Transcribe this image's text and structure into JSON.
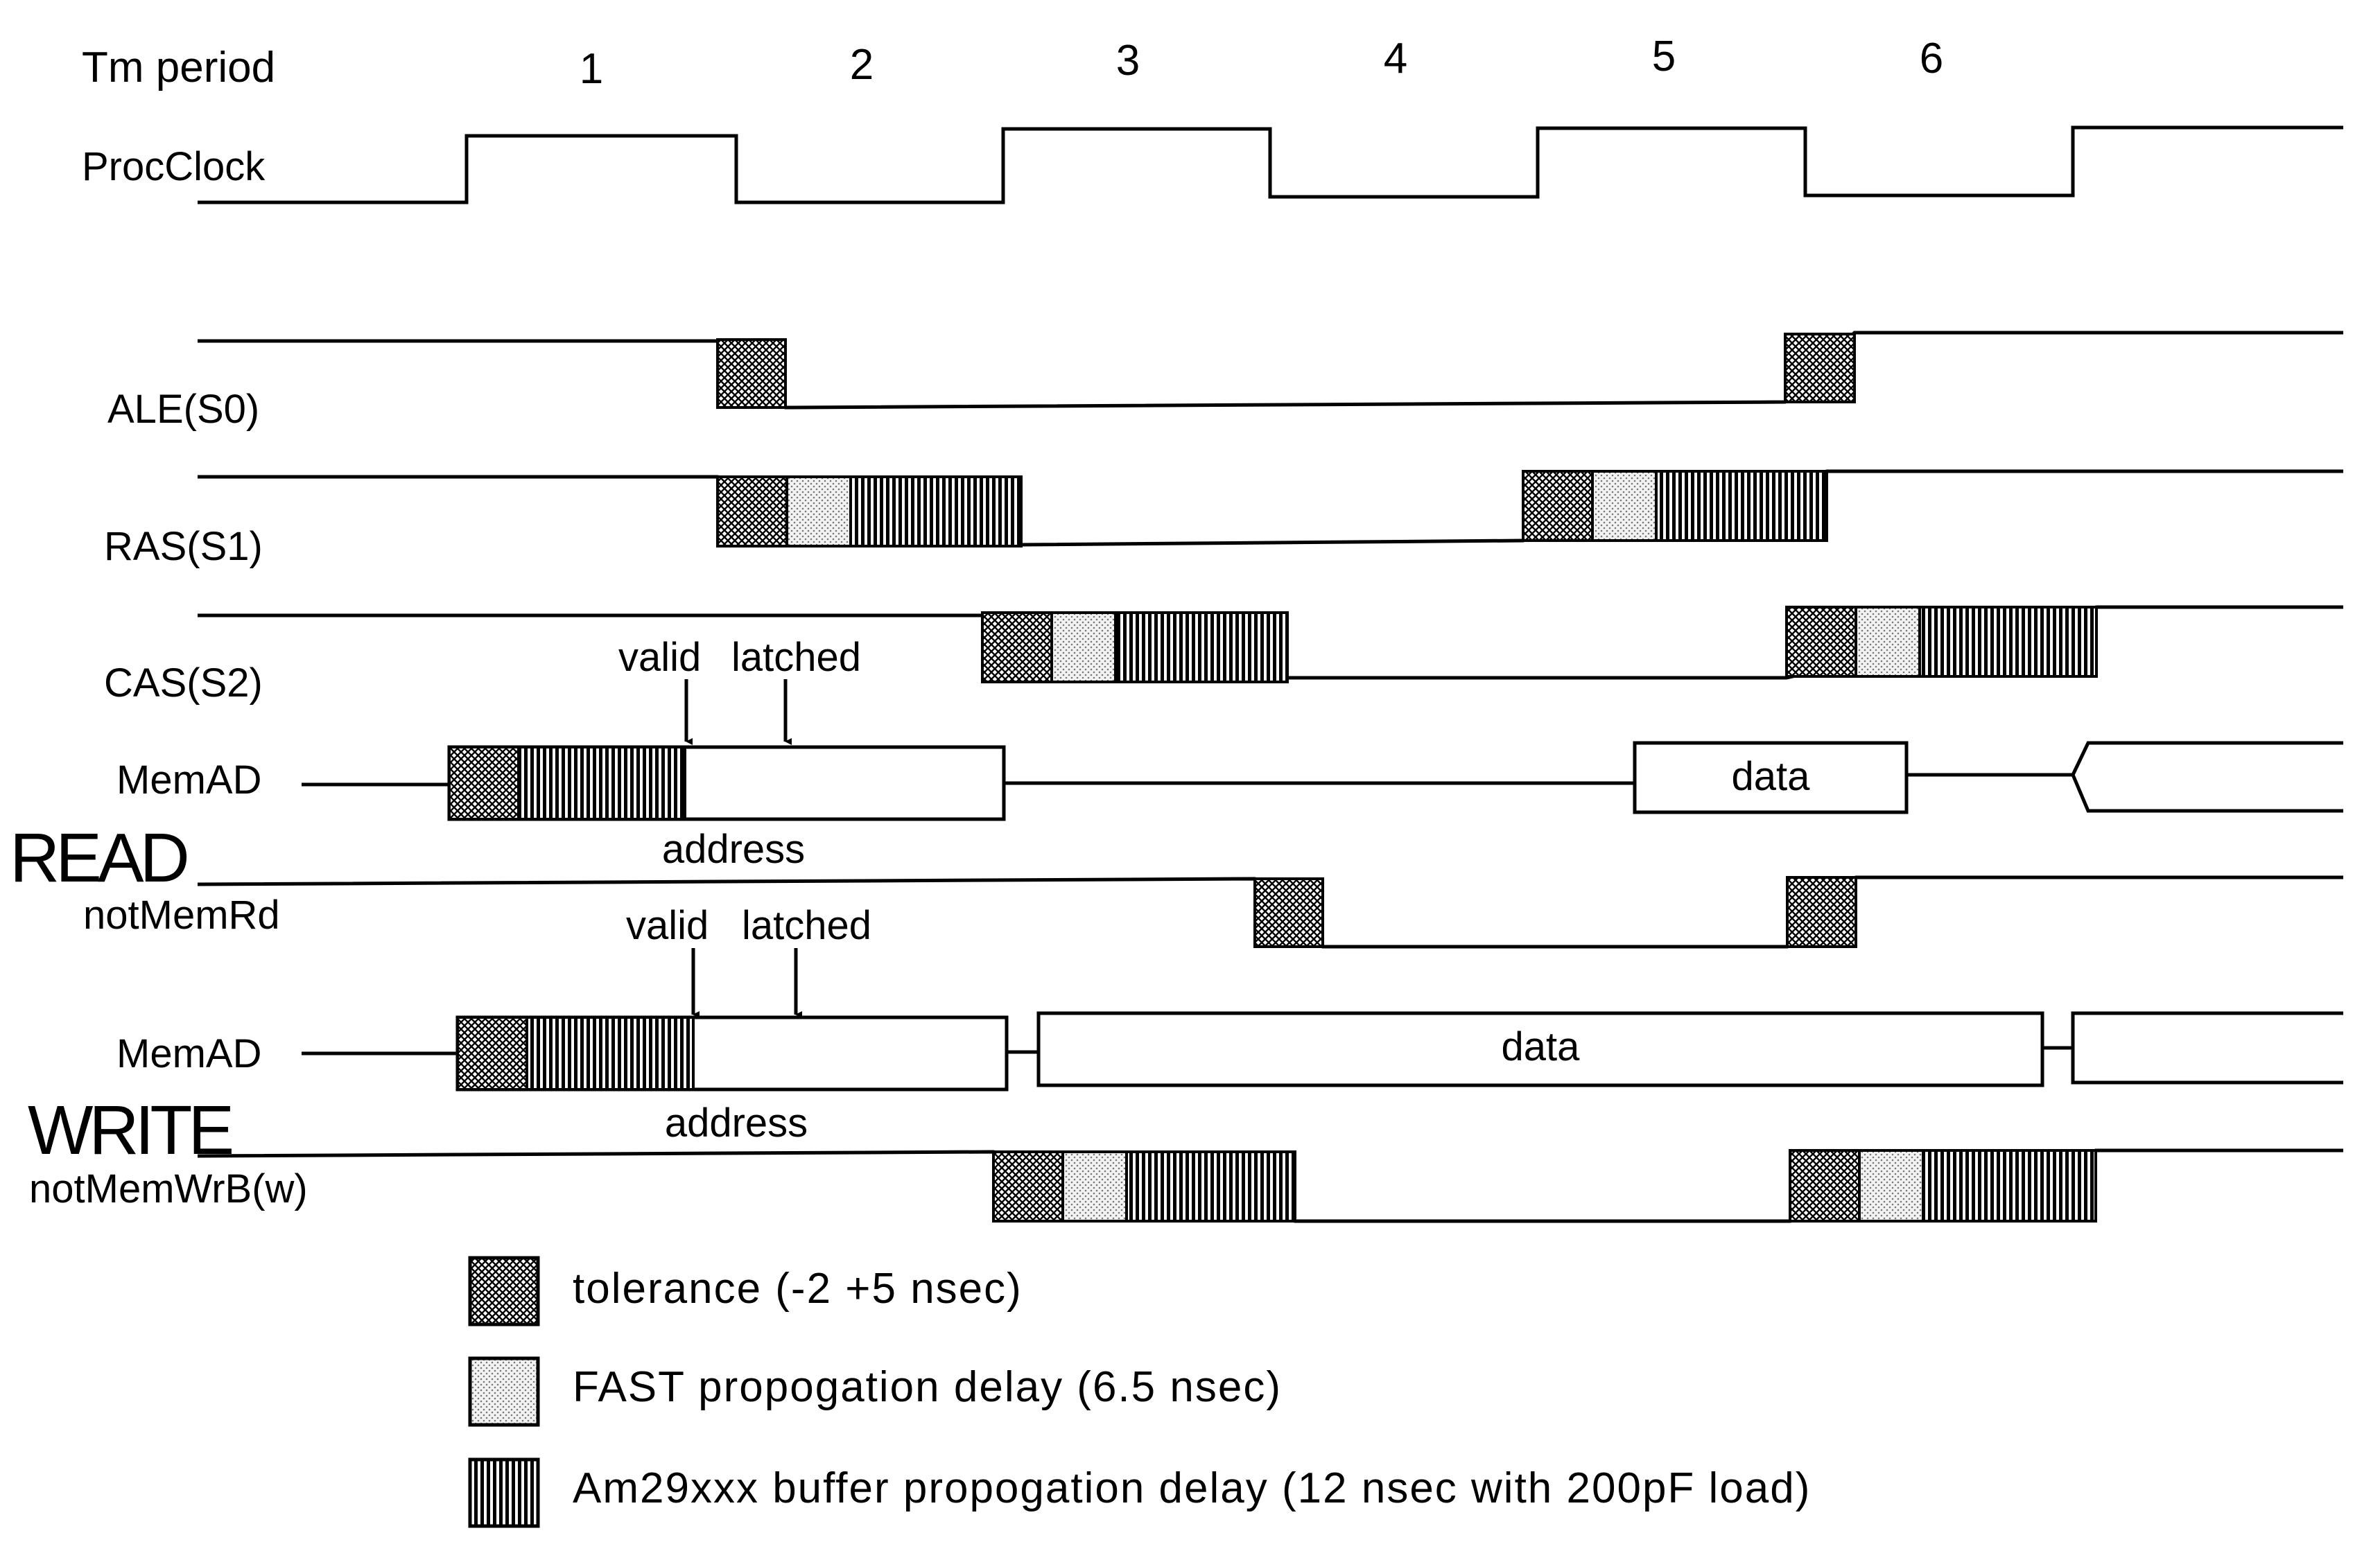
{
  "header": {
    "period_label": "Tm  period",
    "periods": [
      "1",
      "2",
      "3",
      "4",
      "5",
      "6"
    ]
  },
  "signals": {
    "procclock": "ProcClock",
    "ale": "ALE(S0)",
    "ras": "RAS(S1)",
    "cas": "CAS(S2)",
    "memad_read": "MemAD",
    "not_mem_rd": "notMemRd",
    "memad_write": "MemAD",
    "not_mem_wrb": "notMemWrB(w)"
  },
  "sections": {
    "read": "READ",
    "write": "WRITE"
  },
  "annotations": {
    "read_valid": "valid",
    "read_latched": "latched",
    "write_valid": "valid",
    "write_latched": "latched",
    "read_address": "address",
    "write_address": "address",
    "read_data": "data",
    "write_data": "data"
  },
  "legend": [
    {
      "label": "tolerance  (-2  +5  nsec)"
    },
    {
      "label": "FAST  propogation  delay  (6.5  nsec)"
    },
    {
      "label": "Am29xxx  buffer  propogation  delay  (12  nsec  with  200pF  load)"
    }
  ]
}
